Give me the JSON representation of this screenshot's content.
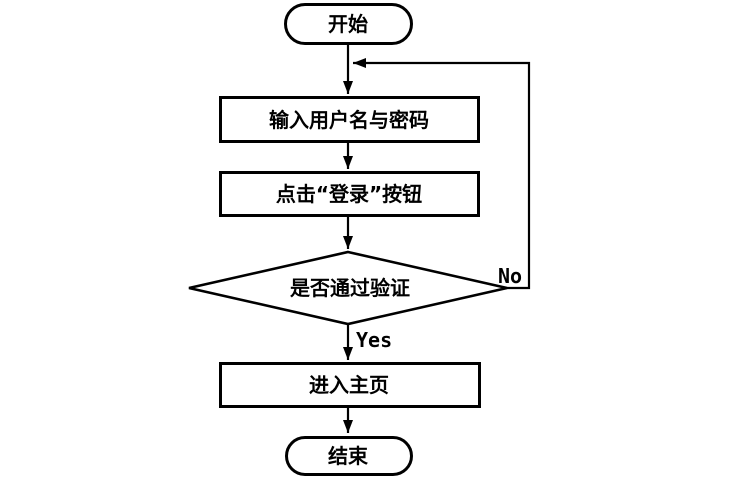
{
  "diagram": {
    "type": "flowchart",
    "colors": {
      "stroke": "#000000",
      "background": "#ffffff",
      "text": "#000000"
    },
    "nodes": {
      "start": {
        "type": "terminator",
        "label": "开始"
      },
      "input": {
        "type": "process",
        "label": "输入用户名与密码"
      },
      "click": {
        "type": "process",
        "label": "点击“登录”按钮"
      },
      "verify": {
        "type": "decision",
        "label": "是否通过验证"
      },
      "home": {
        "type": "process",
        "label": "进入主页"
      },
      "end": {
        "type": "terminator",
        "label": "结束"
      }
    },
    "edges": {
      "start_to_input": {
        "from": "start",
        "to": "input",
        "label": ""
      },
      "input_to_click": {
        "from": "input",
        "to": "click",
        "label": ""
      },
      "click_to_verify": {
        "from": "click",
        "to": "verify",
        "label": ""
      },
      "verify_yes": {
        "from": "verify",
        "to": "home",
        "label": "Yes"
      },
      "verify_no_loop": {
        "from": "verify",
        "to": "start_to_input",
        "label": "No"
      },
      "home_to_end": {
        "from": "home",
        "to": "end",
        "label": ""
      }
    }
  }
}
